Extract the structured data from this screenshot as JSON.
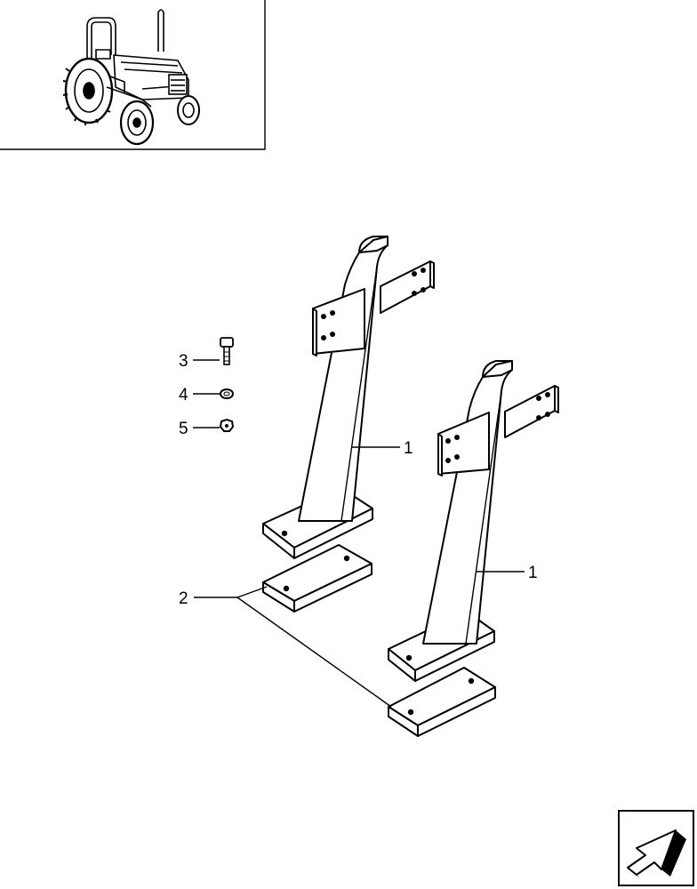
{
  "thumbnail": {
    "name": "tractor-thumbnail"
  },
  "callouts": [
    {
      "id": "c1a",
      "label": "1"
    },
    {
      "id": "c1b",
      "label": "1"
    },
    {
      "id": "c2",
      "label": "2"
    },
    {
      "id": "c3",
      "label": "3"
    },
    {
      "id": "c4",
      "label": "4"
    },
    {
      "id": "c5",
      "label": "5"
    }
  ],
  "nav": {
    "icon": "next-page-arrow-icon"
  }
}
